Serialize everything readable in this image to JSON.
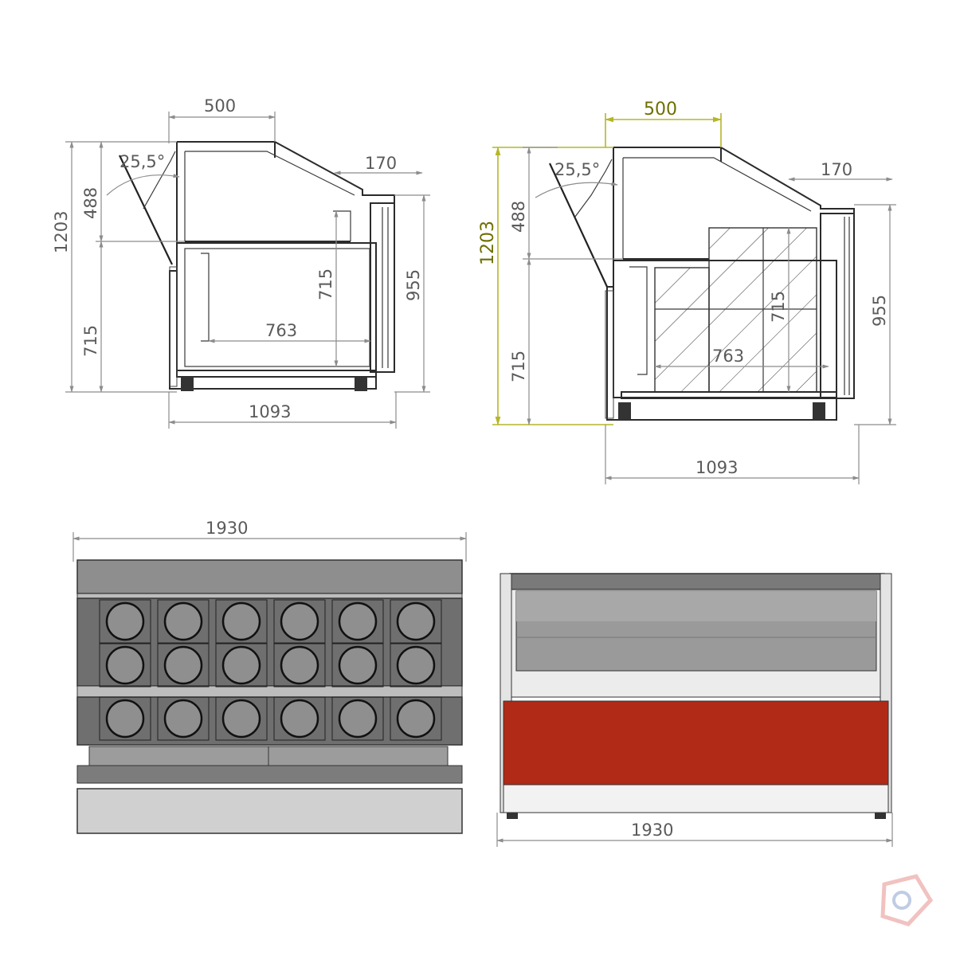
{
  "views": {
    "side_left": {
      "width": "500",
      "angle": "25,5°",
      "overhang": "170",
      "total_height": "1203",
      "upper_height": "488",
      "lower_height": "715",
      "inner_height": "715",
      "counter_height": "955",
      "inner_depth": "763",
      "depth": "1093"
    },
    "side_right": {
      "width": "500",
      "angle": "25,5°",
      "overhang": "170",
      "total_height": "1203",
      "upper_height": "488",
      "lower_height": "715",
      "inner_height": "715",
      "counter_height": "955",
      "inner_depth": "763",
      "depth": "1093"
    },
    "rear": {
      "length": "1930"
    },
    "front": {
      "length": "1930"
    }
  },
  "colors": {
    "dimension": "#8c8c8c",
    "highlight_dimension": "#b5b52a",
    "front_panel": "#b02a17",
    "glass": "#9a9a9a",
    "pan": "#8f8f8f",
    "logo_red": "#d9534f",
    "logo_blue": "#4a6fb3"
  },
  "icons": {
    "logo": "brand-logo-icon"
  }
}
